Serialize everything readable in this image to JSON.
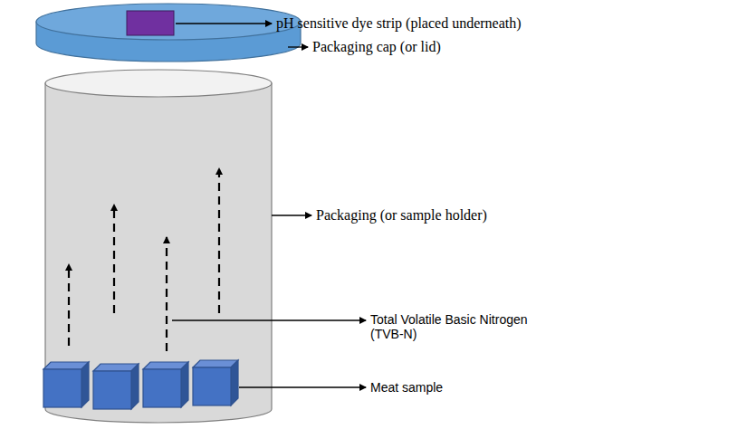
{
  "diagram": {
    "labels": [
      "pH sensitive dye strip (placed underneath)",
      "Packaging cap (or lid)",
      "Packaging (or sample holder)",
      "Total Volatile Basic Nitrogen (TVB-N)",
      "Meat sample"
    ]
  }
}
